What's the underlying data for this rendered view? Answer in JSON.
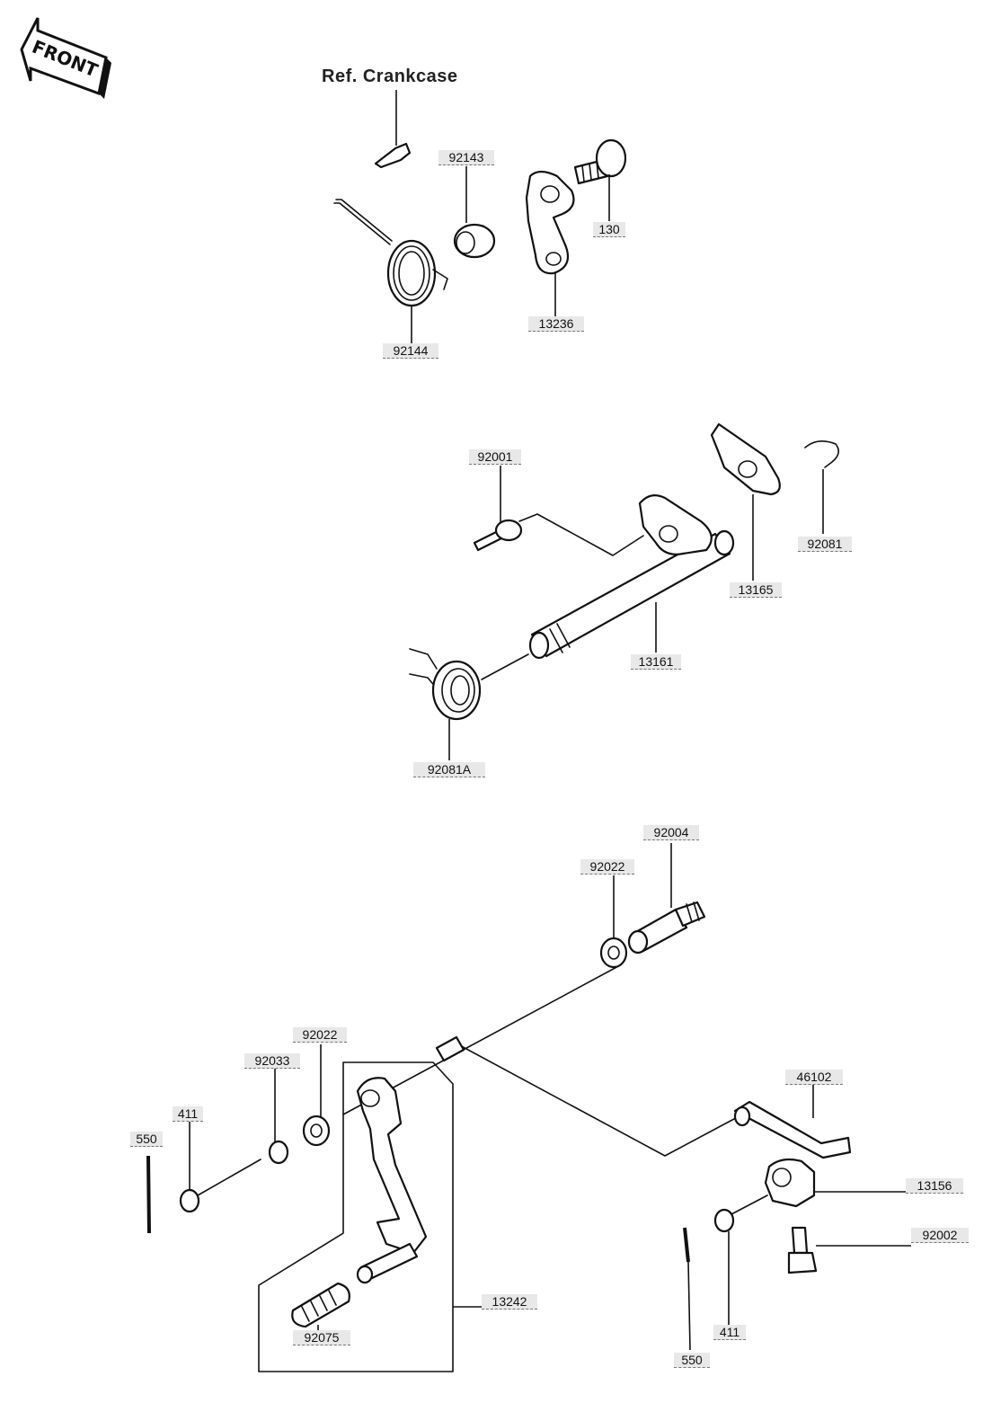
{
  "front_badge": "FRONT",
  "reference_note": "Ref. Crankcase",
  "labels": {
    "p92143": "92143",
    "p130": "130",
    "p13236": "13236",
    "p92144": "92144",
    "p92001": "92001",
    "p92081": "92081",
    "p13165": "13165",
    "p13161": "13161",
    "p92081A": "92081A",
    "p92004": "92004",
    "p92022_top": "92022",
    "p92022_left": "92022",
    "p92033": "92033",
    "p411_left": "411",
    "p550_left": "550",
    "p46102": "46102",
    "p13156": "13156",
    "p92002": "92002",
    "p13242": "13242",
    "p92075": "92075",
    "p411_right": "411",
    "p550_right": "550"
  }
}
